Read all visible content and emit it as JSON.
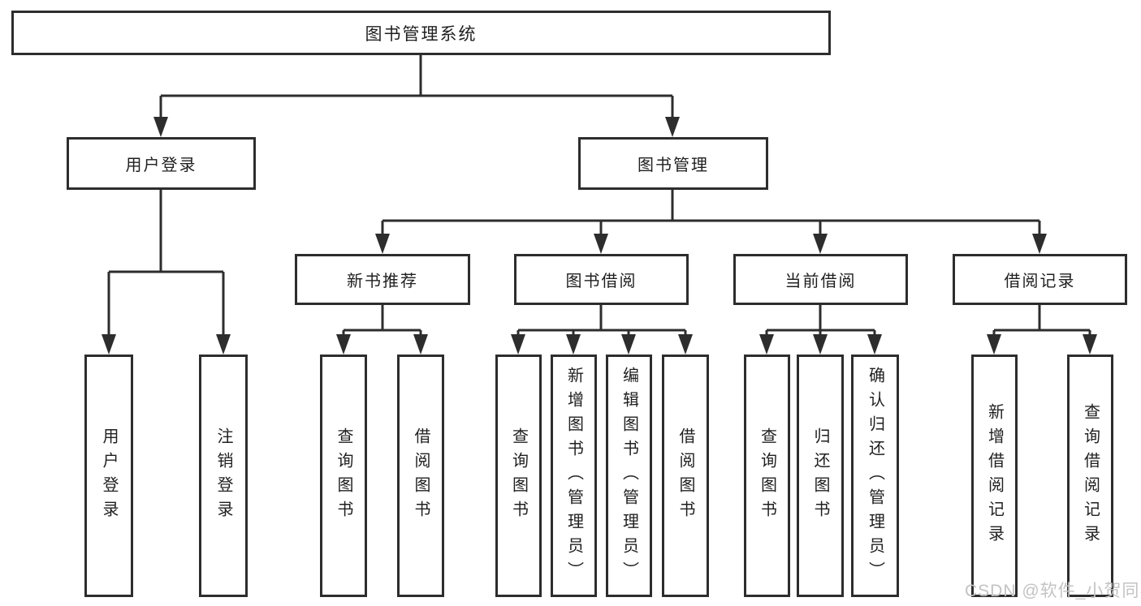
{
  "tree": {
    "label": "图书管理系统",
    "children": [
      {
        "label": "用户登录",
        "children": [
          {
            "label": "用户登录"
          },
          {
            "label": "注销登录"
          }
        ]
      },
      {
        "label": "图书管理",
        "children": [
          {
            "label": "新书推荐",
            "children": [
              {
                "label": "查询图书"
              },
              {
                "label": "借阅图书"
              }
            ]
          },
          {
            "label": "图书借阅",
            "children": [
              {
                "label": "查询图书"
              },
              {
                "label": "新增图书（管理员）"
              },
              {
                "label": "编辑图书（管理员）"
              },
              {
                "label": "借阅图书"
              }
            ]
          },
          {
            "label": "当前借阅",
            "children": [
              {
                "label": "查询图书"
              },
              {
                "label": "归还图书"
              },
              {
                "label": "确认归还（管理员）"
              }
            ]
          },
          {
            "label": "借阅记录",
            "children": [
              {
                "label": "新增借阅记录"
              },
              {
                "label": "查询借阅记录"
              }
            ]
          }
        ]
      }
    ]
  },
  "watermark": {
    "text": "CSDN @软件_小贺同学"
  },
  "colors": {
    "line": "#2d2d2d",
    "node_fill": "#ffffff",
    "node_text": "#1f1f1f",
    "watermark": "#c3c3c3",
    "background": "#ffffff"
  }
}
